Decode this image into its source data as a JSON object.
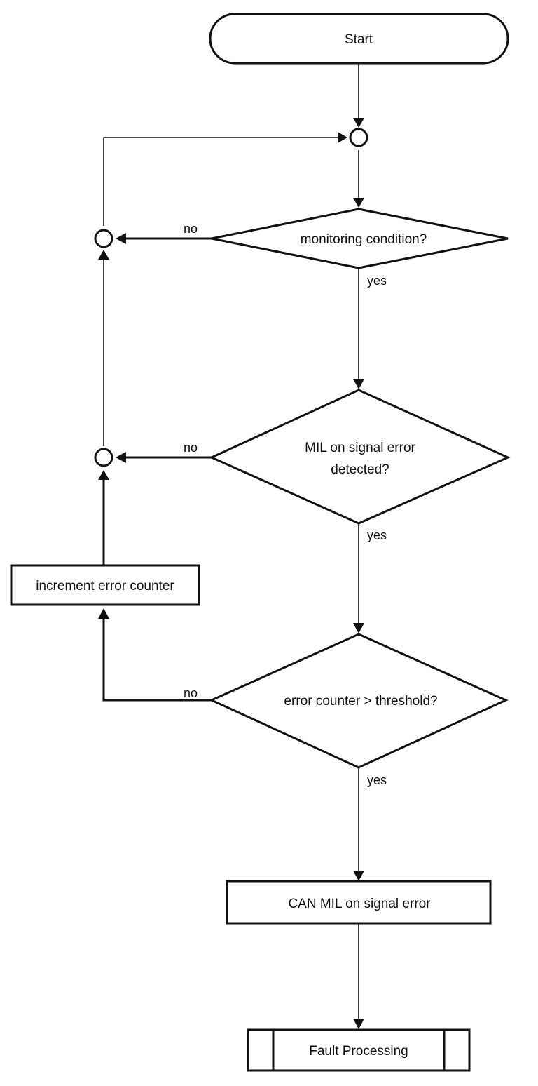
{
  "nodes": {
    "start": "Start",
    "decision_monitoring": "monitoring condition?",
    "decision_mil_line1": "MIL on signal error",
    "decision_mil_line2": "detected?",
    "process_increment": "increment error counter",
    "decision_threshold": "error counter > threshold?",
    "process_can_mil": "CAN MIL on signal error",
    "subprocess_fault": "Fault Processing"
  },
  "edges": {
    "monitoring_no": "no",
    "monitoring_yes": "yes",
    "mil_no": "no",
    "mil_yes": "yes",
    "threshold_no": "no",
    "threshold_yes": "yes"
  }
}
